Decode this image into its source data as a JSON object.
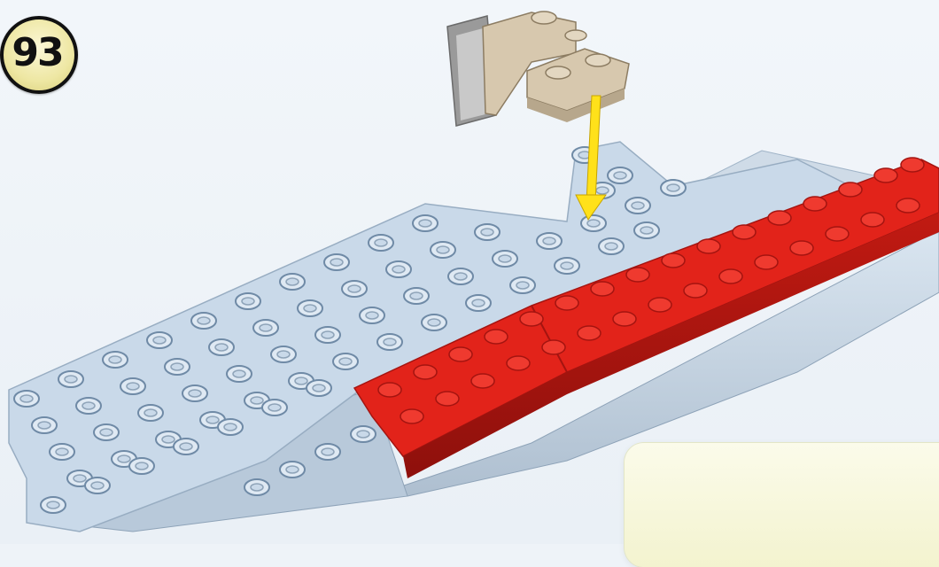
{
  "step": {
    "number": "93"
  },
  "colors": {
    "baseplate": "#c9d9e9",
    "baseplate_dark": "#9fb3c7",
    "red_plate": "#e2231a",
    "red_plate_dark": "#a41410",
    "tan_bracket": "#d7c8ae",
    "grey_tile": "#9a9a9a",
    "arrow": "#ffe11a",
    "callout_bg": "#f6f7d9"
  },
  "icons": {
    "step_badge": "circle-badge",
    "arrow": "down-arrow",
    "part": "red-plate-2x4",
    "bracket": "tan-bracket-assembly"
  }
}
